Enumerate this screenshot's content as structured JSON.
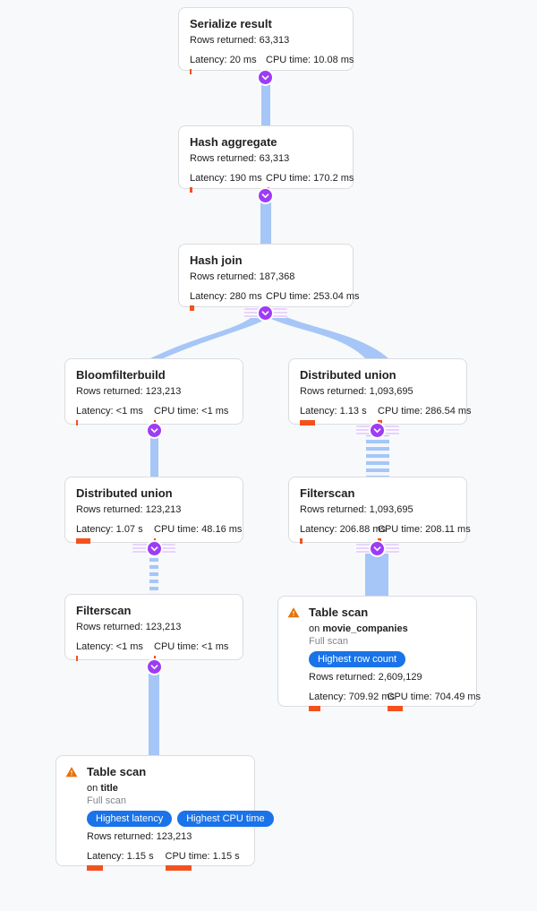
{
  "colors": {
    "background": "#f8f9fa",
    "ribbon_blue": "#a5c6f7",
    "toggle_purple": "#9d3cf6",
    "metric_bar_orange": "#f4511e",
    "badge_blue": "#1a73e8",
    "warning_orange": "#e8710a"
  },
  "nodes": [
    {
      "title": "Serialize result",
      "rows": "Rows returned: 63,313",
      "latency": "Latency: 20 ms",
      "cpu": "CPU time: 10.08 ms",
      "latency_bar": 2,
      "cpu_bar": 2
    },
    {
      "title": "Hash aggregate",
      "rows": "Rows returned: 63,313",
      "latency": "Latency: 190 ms",
      "cpu": "CPU time: 170.2 ms",
      "latency_bar": 3,
      "cpu_bar": 4
    },
    {
      "title": "Hash join",
      "rows": "Rows returned: 187,368",
      "latency": "Latency: 280 ms",
      "cpu": "CPU time: 253.04 ms",
      "latency_bar": 5,
      "cpu_bar": 5
    },
    {
      "title": "Bloomfilterbuild",
      "rows": "Rows returned: 123,213",
      "latency": "Latency: <1 ms",
      "cpu": "CPU time: <1 ms",
      "latency_bar": 2,
      "cpu_bar": 2
    },
    {
      "title": "Distributed union",
      "rows": "Rows returned: 1,093,695",
      "latency": "Latency: 1.13 s",
      "cpu": "CPU time: 286.54 ms",
      "latency_bar": 17,
      "cpu_bar": 5
    },
    {
      "title": "Distributed union",
      "rows": "Rows returned: 123,213",
      "latency": "Latency: 1.07 s",
      "cpu": "CPU time: 48.16 ms",
      "latency_bar": 16,
      "cpu_bar": 2
    },
    {
      "title": "Filterscan",
      "rows": "Rows returned: 1,093,695",
      "latency": "Latency: 206.88 ms",
      "cpu": "CPU time: 208.11 ms",
      "latency_bar": 3,
      "cpu_bar": 4
    },
    {
      "title": "Filterscan",
      "rows": "Rows returned: 123,213",
      "latency": "Latency: <1 ms",
      "cpu": "CPU time: <1 ms",
      "latency_bar": 2,
      "cpu_bar": 2
    },
    {
      "title": "Table scan",
      "on_label": "on",
      "table_name": "movie_companies",
      "scan_type": "Full scan",
      "badges": [
        "Highest row count"
      ],
      "rows": "Rows returned: 2,609,129",
      "latency": "Latency: 709.92 ms",
      "cpu": "CPU time: 704.49 ms",
      "latency_bar": 13,
      "cpu_bar": 17
    },
    {
      "title": "Table scan",
      "on_label": "on",
      "table_name": "title",
      "scan_type": "Full scan",
      "badges": [
        "Highest latency",
        "Highest CPU time"
      ],
      "rows": "Rows returned: 123,213",
      "latency": "Latency: 1.15 s",
      "cpu": "CPU time: 1.15 s",
      "latency_bar": 18,
      "cpu_bar": 29
    }
  ]
}
